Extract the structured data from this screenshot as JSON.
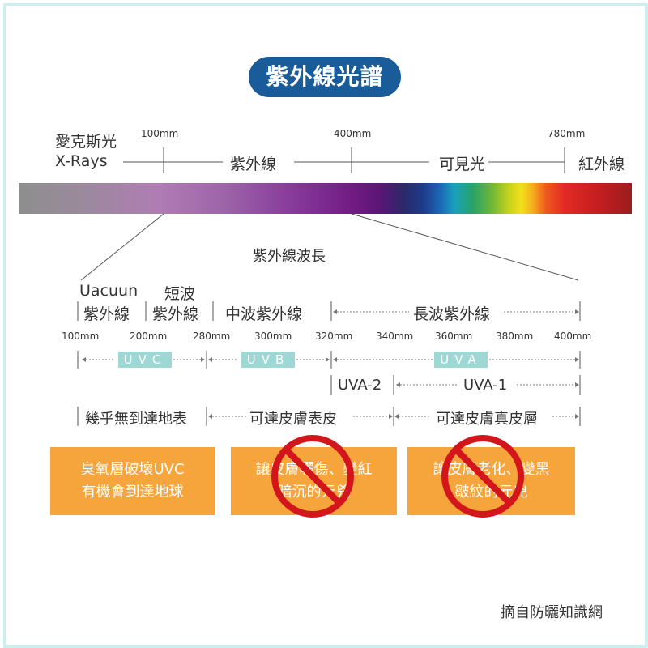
{
  "title": "紫外線光譜",
  "top_labels": {
    "xray_zh": "愛克斯光",
    "xray_en": "X-Rays",
    "nm100": "100mm",
    "nm400": "400mm",
    "nm780": "780mm",
    "uv": "紫外線",
    "visible": "可見光",
    "ir": "紅外線"
  },
  "wavelength_title": "紫外線波長",
  "bands": {
    "vacuum_line1": "Uacuun",
    "short_line1": "短波",
    "vacuum_line2": "紫外線",
    "short_line2": "紫外線",
    "mid": "中波紫外線",
    "long": "長波紫外線"
  },
  "ticks": [
    "100mm",
    "200mm",
    "280mm",
    "300mm",
    "320mm",
    "340mm",
    "360mm",
    "380mm",
    "400mm"
  ],
  "badges": {
    "uvc": "UVC",
    "uvb": "UVB",
    "uva": "UVA"
  },
  "uva_sub": {
    "uva2": "UVA-2",
    "uva1": "UVA-1"
  },
  "reach": {
    "c": "幾乎無到達地表",
    "b": "可達皮膚表皮",
    "a": "可達皮膚真皮層"
  },
  "cards": {
    "c_line1": "臭氧層破壞UVC",
    "c_line2": "有機會到達地球",
    "b_line1": "讓皮膚曬傷、變紅",
    "b_line2": "暗沉的元兇",
    "a_line1": "讓皮膚老化、變黑",
    "a_line2": "皺紋的元兇"
  },
  "source": "摘自防曬知識網",
  "colors": {
    "title_bg": "#1a5b9a",
    "card_bg": "#f5a53b",
    "badge_bg": "#9ed8d4",
    "prohibit_red": "#d3161c",
    "frame": "#cfeeee"
  }
}
